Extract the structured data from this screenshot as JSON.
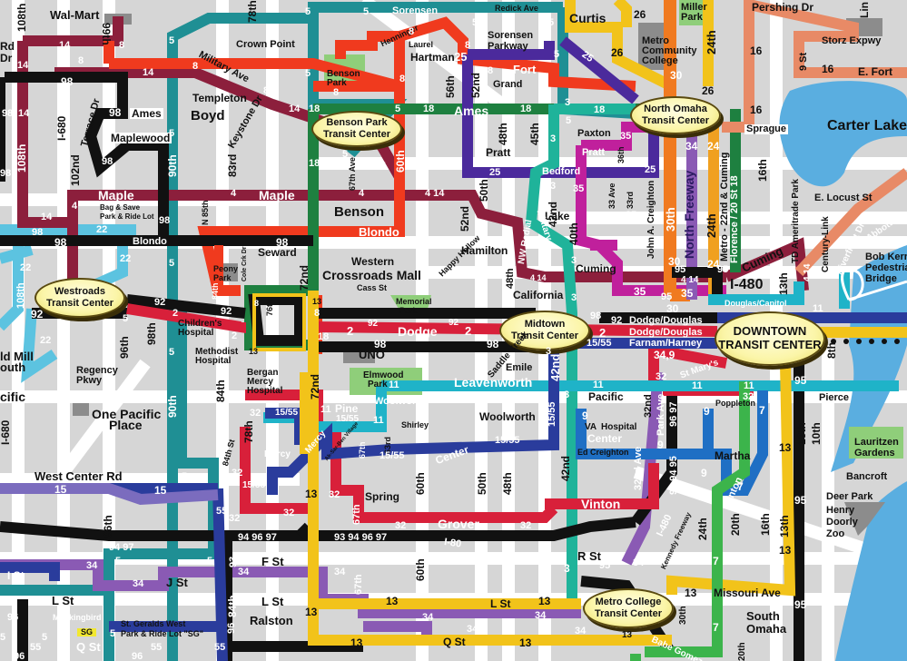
{
  "map": {
    "title": "Omaha Metro Transit System Map (central section)",
    "colors": {
      "background": "#d6d6d6",
      "street": "#ffffff",
      "water": "#5aaee0",
      "park": "#8fce7a",
      "building": "#8c8c8c",
      "route_2": "#d8203a",
      "route_3": "#1fb39a",
      "route_4_14": "#8c1f3c",
      "route_5": "#1f8f94",
      "route_7": "#3cb44b",
      "route_8": "#f03a1e",
      "route_9": "#1f6fc4",
      "route_11": "#1fb3c8",
      "route_13": "#f2c31a",
      "route_15_55": "#2a3c9c",
      "route_16": "#e88a66",
      "route_18": "#1e8040",
      "route_22": "#5cc3e0",
      "route_24": "#f0a020",
      "route_25": "#4b2a9c",
      "route_26": "#f2c31a",
      "route_30": "#f07a20",
      "route_32": "#d8203a",
      "route_34": "#8a5ab4",
      "route_35": "#c0209c",
      "route_90s": "#111111"
    },
    "transit_centers": [
      {
        "id": "benson-park",
        "line1": "Benson Park",
        "line2": "Transit Center"
      },
      {
        "id": "north-omaha",
        "line1": "North Omaha",
        "line2": "Transit Center"
      },
      {
        "id": "westroads",
        "line1": "Westroads",
        "line2": "Transit Center"
      },
      {
        "id": "midtown",
        "line1": "Midtown",
        "line2": "Transit Center"
      },
      {
        "id": "downtown",
        "line1": "DOWNTOWN",
        "line2": "TRANSIT CENTER"
      },
      {
        "id": "metro-college",
        "line1": "Metro College",
        "line2": "Transit Center"
      }
    ],
    "streets": {
      "walmart": "Wal-Mart",
      "s99": "99th",
      "s108a": "108th",
      "rd": "Rd",
      "dr": "Dr",
      "s78a": "78th",
      "crown_point": "Crown Point",
      "military": "Military Ave",
      "templeton": "Templeton",
      "boyd": "Boyd",
      "keystone": "Keystone Dr",
      "ames_w": "Ames",
      "terrace": "Terrace Dr",
      "i680": "I-680",
      "maplewood": "Maplewood",
      "s108b": "108th",
      "s102": "102nd",
      "s90": "90th",
      "s83": "83rd",
      "maple1": "Maple",
      "maple2": "Maple",
      "bag_save": "Bag & Save",
      "park_ride": "Park & Ride Lot",
      "n85": "N 85th",
      "sorensen": "Sorensen",
      "redick": "Redick Ave",
      "henninger": "Henninger",
      "laurel": "Laurel",
      "hartman": "Hartman",
      "sorensen_pkwy1": "Sorensen",
      "sorensen_pkwy2": "Parkway",
      "benson_park1": "Benson",
      "benson_park2": "Park",
      "s56": "56th",
      "s52a": "52nd",
      "fort": "Fort",
      "grand": "Grand",
      "ames": "Ames",
      "s48a": "48th",
      "s45": "45th",
      "pratt": "Pratt",
      "pratt2": "Pratt",
      "paxton": "Paxton",
      "bedford": "Bedford",
      "s67ave": "67th Ave",
      "s60a": "60th",
      "benson": "Benson",
      "s50a": "50th",
      "s52b": "52nd",
      "s42a": "42nd",
      "lake": "Lake",
      "s36": "36th",
      "s33ave": "33 Ave",
      "s33": "33rd",
      "creighton": "John A. Creighton",
      "military2": "Military",
      "s40": "40th",
      "nw_radial": "NW Radial",
      "curtis": "Curtis",
      "miller1": "Miller",
      "miller2": "Park",
      "mcc1": "Metro",
      "mcc2": "Community",
      "mcc3": "College",
      "s24a": "24th",
      "pershing": "Pershing Dr",
      "storz": "Storz Expwy",
      "lin": "Lin",
      "s9": "9 St",
      "efort": "E. Fort",
      "sprague": "Sprague",
      "carter": "Carter Lake",
      "s16a": "16th",
      "s30a": "30th",
      "north_fwy": "North Freeway",
      "s24b": "24th",
      "metro22": "Metro - 22nd & Cuming",
      "florence": "Florence / 20 St 18",
      "elocust": "E. Locust St",
      "td_park": "TD Ameritrade Park",
      "century": "Century-Link",
      "riverfront": "Riverfront Dr",
      "abbott": "Abbott Dr",
      "bob_kerrey1": "Bob Kerrey",
      "bob_kerrey2": "Pedestrian",
      "bob_kerrey3": "Bridge",
      "blondo_w": "Blondo",
      "blondo_e": "Blondo",
      "seward": "Seward",
      "western": "Western",
      "crossroads": "Crossroads Mall",
      "cass": "Cass St",
      "hamilton": "Hamilton",
      "happy_hollow": "Happy Hollow",
      "s48b": "48th",
      "california": "California",
      "cuming1": "Cuming",
      "cuming2": "Cuming",
      "peony1": "Peony",
      "peony2": "Park",
      "cole_crk": "Cole Crk Dr",
      "s84a": "84th",
      "s72a": "72nd",
      "s108c": "108th",
      "memorial1": "Memorial",
      "memorial2": "Park",
      "dodge": "Dodge",
      "childrens1": "Children's",
      "childrens2": "Hospital",
      "methodist1": "Methodist",
      "methodist2": "Hospital",
      "oldmill1": "ld Mill",
      "oldmill2": "outh",
      "s96a": "96th",
      "s98": "98th",
      "regency1": "Regency",
      "regency2": "Pkwy",
      "pacific_w": "cific",
      "one_pacific1": "One Pacific",
      "one_pacific2": "Place",
      "s90b": "90th",
      "s84b": "84th",
      "s76": "76th",
      "uno": "UNO",
      "elmwood1": "Elmwood",
      "elmwood2": "Park",
      "saddle": "Saddle Creek",
      "emile": "Emile",
      "leavenworth": "Leavenworth",
      "s42b": "42nd",
      "pacific": "Pacific",
      "woolworth_w": "Woolworth",
      "woolworth": "Woolworth",
      "shirley": "Shirley",
      "pine": "Pine",
      "s63": "63rd",
      "bergan1": "Bergan",
      "bergan2": "Mercy",
      "bergan3": "Hospital",
      "mercy1": "Mercy",
      "mercy2": "Mercy",
      "aksarben": "Ak-Sar-Ben Village",
      "s67a": "67th",
      "s72b": "72nd",
      "s78b": "78th",
      "i680b": "I-680",
      "dodge_douglas1": "Dodge/Douglas",
      "dodge_douglas2": "Dodge/Douglas",
      "farnam": "Farnam/Harney",
      "douglas_capitol": "Douglas/Capitol",
      "i480": "I-480",
      "s13a": "13th",
      "s8": "8th",
      "st_marys": "St Mary's",
      "s32a": "32nd",
      "park_ave": "Park Ave",
      "poppleton": "Poppleton",
      "pierce": "Pierce",
      "va1": "VA",
      "va2": "Hospital",
      "center": "Center",
      "center2": "Center",
      "ed_creighton": "Ed Creighton",
      "martha": "Martha",
      "s10": "10th",
      "s13b": "13th",
      "lauritzen1": "Lauritzen",
      "lauritzen2": "Gardens",
      "bancroft": "Bancroft",
      "deer_park": "Deer Park",
      "zoo1": "Henry",
      "zoo2": "Doorly",
      "zoo3": "Zoo",
      "s32ave": "32nd Ave",
      "vinton": "Vinton",
      "vinton2": "Vinton",
      "i480b": "I-480",
      "kennedy": "Kennedy Freeway",
      "s24c": "24th",
      "s20a": "20th",
      "s16b": "16th",
      "s13c": "13th",
      "west_center": "West Center Rd",
      "s96b": "96th",
      "s84c": "84th St",
      "spring": "Spring",
      "s67b": "67th",
      "s60b": "60th",
      "s50b": "50th",
      "s48c": "48th",
      "s42c": "42nd",
      "grover": "Grover",
      "i80": "I-80",
      "s60c": "60th",
      "rst": "R St",
      "fst": "F St",
      "ist": "I St",
      "jst": "J St",
      "lst_w": "L St",
      "lst_m": "L St",
      "lst_e": "L St",
      "ralston": "Ralston",
      "s84d": "84th",
      "s67c": "67th",
      "qst": "Q St",
      "qst_w": "Q St",
      "mockingbird": "Mockingbird",
      "sg": "SG",
      "st_gerald1": "St. Geralds West",
      "st_gerald2": "Park & Ride Lot \"SG\"",
      "missouri": "Missouri Ave",
      "s30b": "30th",
      "south1": "South",
      "south2": "Omaha",
      "babe_gomez": "Babe Gomez",
      "s20b": "20th"
    },
    "routes": {
      "r98a": "98",
      "r98b": "98",
      "r98c": "98",
      "r98d": "98",
      "r98e": "98",
      "r98f": "98",
      "r98g": "98",
      "r98h": "98",
      "r98i": "98",
      "r14a": "14",
      "r14b": "14",
      "r14c": "14",
      "r14d": "14",
      "r14e": "14",
      "r14f": "14",
      "r14g": "14",
      "r8a": "8",
      "r8b": "8",
      "r8c": "8",
      "r8d": "8",
      "r8e": "8",
      "r8f": "8",
      "r8g": "8",
      "r8h": "8",
      "r8i": "8",
      "r8j": "8",
      "r8k": "8",
      "r8l": "8",
      "r5a": "5",
      "r5b": "5",
      "r5c": "5",
      "r5d": "5",
      "r5e": "5",
      "r5f": "5",
      "r5g": "5",
      "r5h": "5",
      "r5i": "5",
      "r5j": "5",
      "r5k": "5",
      "r5l": "5",
      "r5m": "5",
      "r5n": "5",
      "r5o": "5",
      "r5p": "5",
      "r5q": "5",
      "r4a": "4",
      "r4b": "4",
      "r4c": "4",
      "r4d": "4",
      "r18a": "18",
      "r18b": "18",
      "r18c": "18",
      "r18d": "18",
      "r18e": "18",
      "r25a": "25",
      "r25b": "25",
      "r25c": "25",
      "r25d": "25",
      "r3a": "3",
      "r3b": "3",
      "r3c": "3",
      "r3d": "3",
      "r3e": "3",
      "r3f": "3",
      "r3g": "3",
      "r35a": "35",
      "r35b": "35",
      "r35c": "35",
      "r35d": "35",
      "r35e": "35",
      "r26a": "26",
      "r26b": "26",
      "r26c": "26",
      "r30a": "30",
      "r30b": "30",
      "r30c": "30",
      "r16a": "16",
      "r16b": "16",
      "r16c": "16",
      "r24a": "24",
      "r24b": "24",
      "r34a": "34",
      "r34b": "34",
      "r34c": "34",
      "r34d": "34",
      "r34e": "34",
      "r34f": "34",
      "r34g": "34",
      "r34h": "34",
      "r22a": "22",
      "r22b": "22",
      "r22c": "22",
      "r22d": "22",
      "r92a": "92",
      "r92b": "92",
      "r92c": "92",
      "r92d": "92",
      "r92e": "92",
      "r2a": "2",
      "r2b": "2",
      "r2c": "2",
      "r2d": "2",
      "r2e": "2",
      "r95a": "95",
      "r95b": "95",
      "r95c": "95",
      "r95d": "95",
      "r95e": "95",
      "r95f": "95",
      "r11a": "11",
      "r11b": "11",
      "r11c": "11",
      "r11d": "11",
      "r11e": "11",
      "r11f": "11",
      "r11g": "11",
      "r1555a": "15/55",
      "r1555b": "15/55",
      "r1555c": "15/55",
      "r1555d": "15/55",
      "r1555e": "15/55",
      "r1555f": "15/55",
      "r13a": "13",
      "r13b": "13",
      "r13c": "13",
      "r13d": "13",
      "r13e": "13",
      "r13f": "13",
      "r13g": "13",
      "r13h": "13",
      "r13i": "13",
      "r32a": "32",
      "r32b": "32",
      "r32c": "32",
      "r32d": "32",
      "r32e": "32",
      "r32f": "32",
      "r32g": "32",
      "r32h": "32",
      "r9a": "9",
      "r9b": "9",
      "r9c": "9",
      "r9d": "9",
      "r349": "34,9",
      "r7a": "7",
      "r7b": "7",
      "r7c": "7",
      "r7d": "7",
      "r15a": "15",
      "r15b": "15",
      "r55a": "55",
      "r55b": "55",
      "r55c": "55",
      "r55d": "55",
      "r9497a": "94 97",
      "r949697": "94 96 97",
      "r93949697": "93 94 96 97",
      "r9697": "96 97",
      "r939495": "93 94 95",
      "r93": "93",
      "r96a": "96",
      "r96b": "96",
      "r96c": "96",
      "r96d": "96",
      "r414a": "4 14",
      "r414b": "4 14",
      "r414c": "4 14",
      "r414d": "4 14",
      "r414e": "4 14"
    }
  }
}
